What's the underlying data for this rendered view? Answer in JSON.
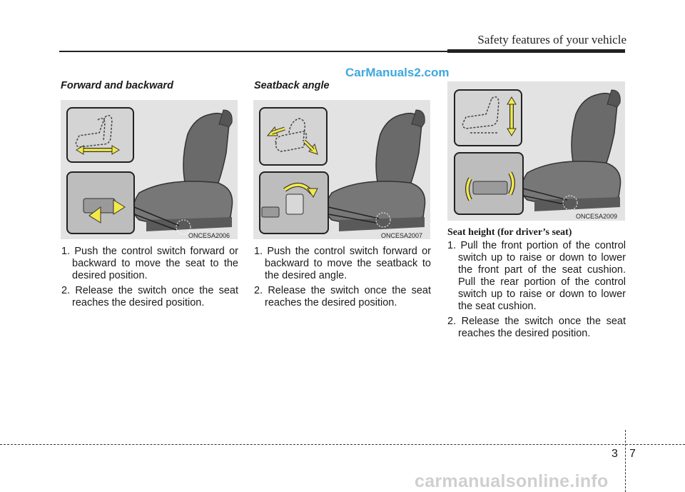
{
  "header": {
    "title": "Safety features of your vehicle"
  },
  "watermark_top": "CarManuals2.com",
  "columns": [
    {
      "heading": "Forward and backward",
      "figure_code": "ONCESA2006",
      "steps": [
        {
          "num": "1.",
          "text": "Push the control switch forward or backward to move the seat to the desired position."
        },
        {
          "num": "2.",
          "text": "Release the switch once the seat reaches the desired position."
        }
      ]
    },
    {
      "heading": "Seatback angle",
      "figure_code": "ONCESA2007",
      "steps": [
        {
          "num": "1.",
          "text": "Push the control switch forward or backward to move the seatback to the desired angle."
        },
        {
          "num": "2.",
          "text": "Release the switch once the seat reaches the desired position."
        }
      ]
    },
    {
      "heading": "Seat height (for driver’s seat)",
      "figure_code": "ONCESA2009",
      "steps": [
        {
          "num": "1.",
          "text": "Pull the front portion of the control switch up to raise or down to lower the front part of the seat cushion. Pull the rear portion of the control switch up to raise or down to lower the seat cushion."
        },
        {
          "num": "2.",
          "text": "Release the switch once the seat reaches the desired position."
        }
      ]
    }
  ],
  "footer": {
    "chapter": "3",
    "page": "7"
  },
  "watermark_bottom": "carmanualsonline.info",
  "colors": {
    "arrow": "#f3e94a",
    "figure_bg": "#e3e3e3",
    "watermark_top": "#3fa7dd"
  }
}
